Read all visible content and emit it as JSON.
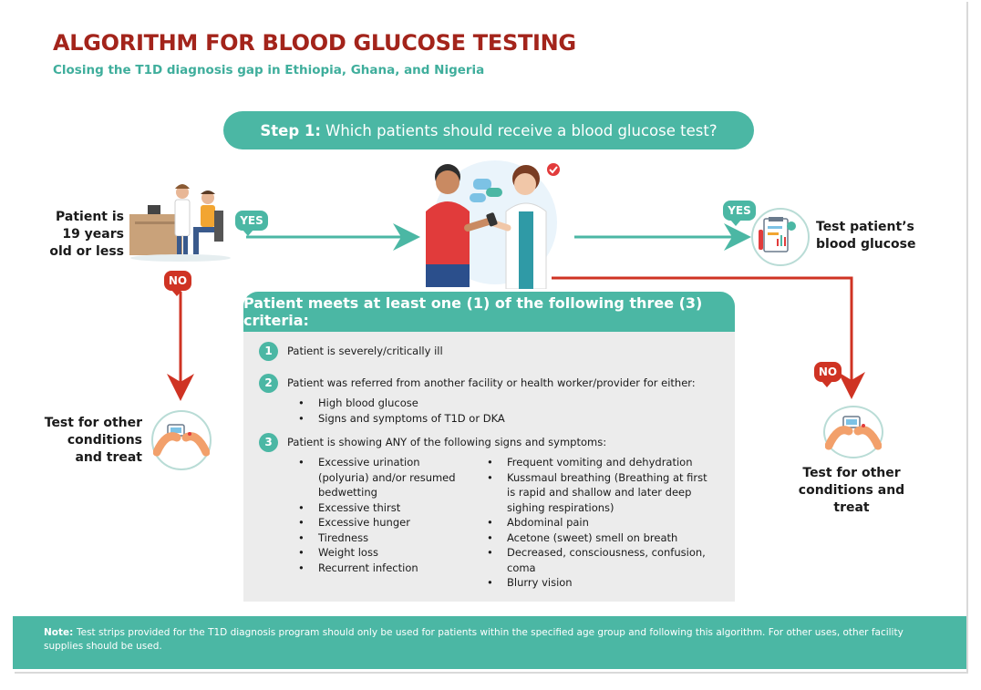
{
  "header": {
    "title": "ALGORITHM FOR BLOOD GLUCOSE TESTING",
    "subtitle": "Closing the T1D diagnosis gap in Ethiopia, Ghana, and Nigeria"
  },
  "step": {
    "bold": "Step 1:",
    "text": "Which patients should receive a blood glucose test?"
  },
  "left": {
    "patient_age_line1": "Patient is",
    "patient_age_line2": "19 years",
    "patient_age_line3": "old or less",
    "yes": "YES",
    "no": "NO",
    "outcome_line1": "Test for other",
    "outcome_line2": "conditions",
    "outcome_line3": "and treat"
  },
  "right": {
    "yes": "YES",
    "no": "NO",
    "test_line1": "Test patient’s",
    "test_line2": "blood glucose",
    "outcome_line1": "Test for other",
    "outcome_line2": "conditions and",
    "outcome_line3": "treat"
  },
  "criteria": {
    "heading": "Patient meets at least one (1) of the following three (3) criteria:",
    "items": [
      {
        "num": "1",
        "text": "Patient is severely/critically ill"
      },
      {
        "num": "2",
        "text": "Patient was referred from another facility or health worker/provider for either:"
      },
      {
        "num": "3",
        "text": "Patient is showing ANY of the following signs and symptoms:"
      }
    ],
    "item2_bullets": [
      "High blood glucose",
      "Signs and symptoms of T1D or DKA"
    ],
    "item3_col1": [
      "Excessive urination (polyuria) and/or resumed bedwetting",
      "Excessive thirst",
      "Excessive hunger",
      "Tiredness",
      "Weight loss",
      "Recurrent infection"
    ],
    "item3_col2": [
      "Frequent vomiting and dehydration",
      "Kussmaul breathing (Breathing at first is rapid and shallow and later deep sighing respirations)",
      "Abdominal pain",
      "Acetone (sweet) smell on breath",
      "Decreased, consciousness, confusion, coma",
      "Blurry vision"
    ]
  },
  "note": {
    "label": "Note:",
    "text": "Test strips provided for the T1D diagnosis program should only be used for patients within the specified age group and following this algorithm. For other uses, other facility supplies should be used."
  },
  "colors": {
    "title": "#a3241b",
    "teal": "#4bb7a4",
    "red": "#cf3323",
    "box": "#ececec"
  }
}
